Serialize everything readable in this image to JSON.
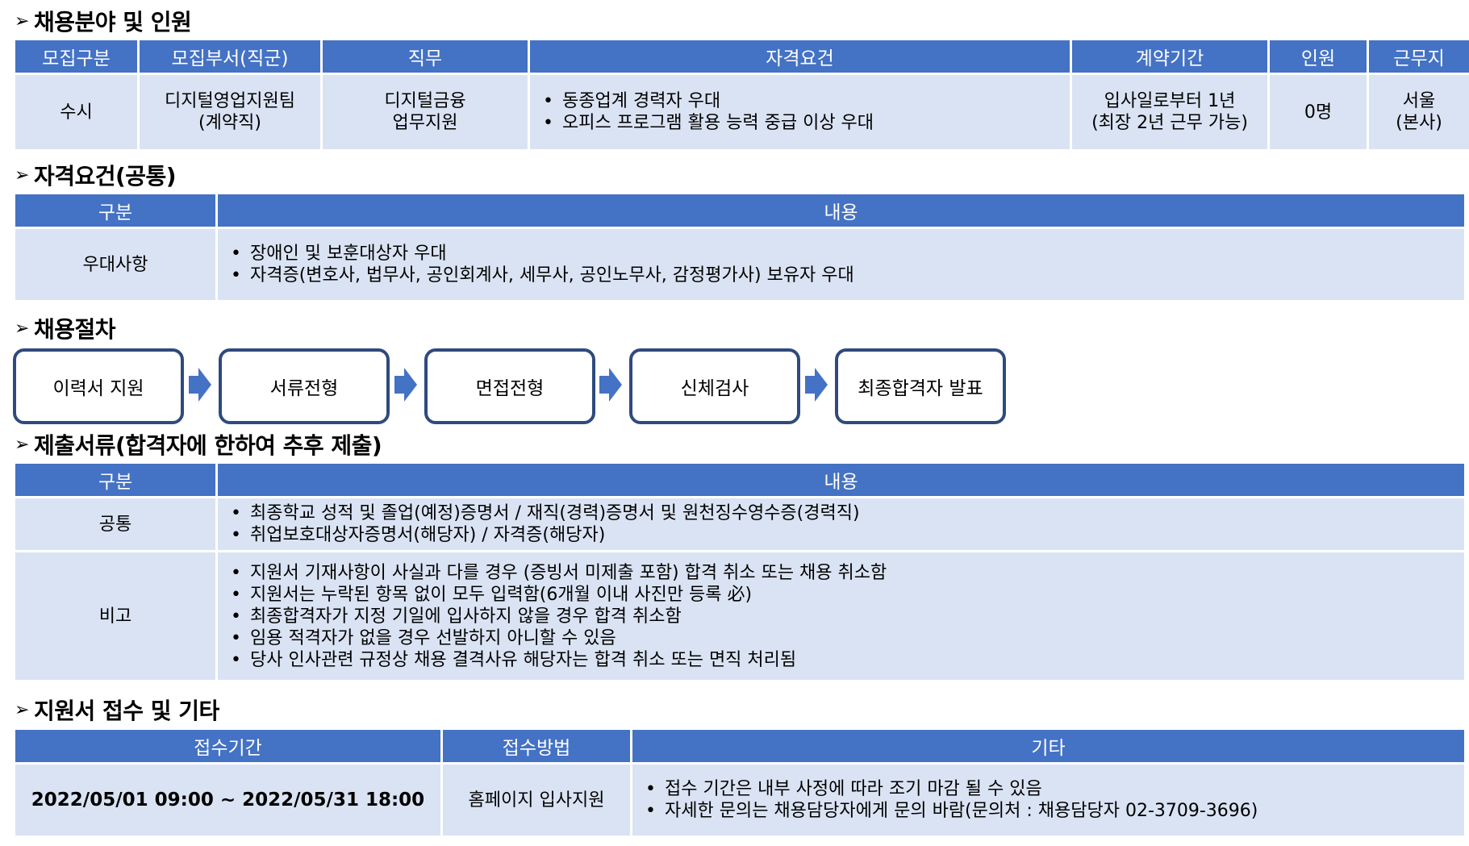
{
  "sections": {
    "hiring": {
      "title": "채용분야 및 인원",
      "headers": [
        "모집구분",
        "모집부서(직군)",
        "직무",
        "자격요건",
        "계약기간",
        "인원",
        "근무지"
      ],
      "row": {
        "type": "수시",
        "dept_line1": "디지털영업지원팀",
        "dept_line2": "(계약직)",
        "job_line1": "디지털금융",
        "job_line2": "업무지원",
        "qualifications": [
          "동종업계 경력자 우대",
          "오피스 프로그램 활용 능력 중급 이상 우대"
        ],
        "contract_line1": "입사일로부터 1년",
        "contract_line2": "(최장 2년 근무 가능)",
        "headcount": "0명",
        "location_line1": "서울",
        "location_line2": "(본사)"
      }
    },
    "common_qual": {
      "title": "자격요건(공통)",
      "headers": [
        "구분",
        "내용"
      ],
      "row_label": "우대사항",
      "items": [
        "장애인 및 보훈대상자 우대",
        "자격증(변호사, 법무사, 공인회계사, 세무사, 공인노무사, 감정평가사) 보유자 우대"
      ]
    },
    "process": {
      "title": "채용절차",
      "steps": [
        "이력서 지원",
        "서류전형",
        "면접전형",
        "신체검사",
        "최종합격자 발표"
      ]
    },
    "documents": {
      "title": "제출서류(합격자에 한하여 추후 제출)",
      "headers": [
        "구분",
        "내용"
      ],
      "rows": [
        {
          "label": "공통",
          "items": [
            "최종학교 성적 및 졸업(예정)증명서 / 재직(경력)증명서 및 원천징수영수증(경력직)",
            "취업보호대상자증명서(해당자) / 자격증(해당자)"
          ]
        },
        {
          "label": "비고",
          "items": [
            "지원서 기재사항이 사실과 다를 경우 (증빙서 미제출 포함) 합격 취소 또는 채용 취소함",
            "지원서는 누락된 항목 없이 모두 입력함(6개월 이내 사진만 등록 必)",
            "최종합격자가 지정 기일에 입사하지 않을 경우 합격 취소함",
            "임용 적격자가 없을 경우 선발하지 아니할 수 있음",
            "당사 인사관련 규정상 채용 결격사유 해당자는 합격 취소 또는 면직 처리됨"
          ]
        }
      ]
    },
    "application": {
      "title": "지원서 접수 및 기타",
      "headers": [
        "접수기간",
        "접수방법",
        "기타"
      ],
      "period": "2022/05/01 09:00  ~  2022/05/31 18:00",
      "method": "홈페이지 입사지원",
      "etc": [
        "접수 기간은 내부 사정에 따라 조기 마감 될 수 있음",
        "자세한 문의는 채용담당자에게 문의 바람(문의처 : 채용담당자 02-3709-3696)"
      ]
    }
  },
  "colors": {
    "header_bg": "#4472c4",
    "cell_bg": "#dae3f3",
    "step_border": "#2f4a7d"
  }
}
